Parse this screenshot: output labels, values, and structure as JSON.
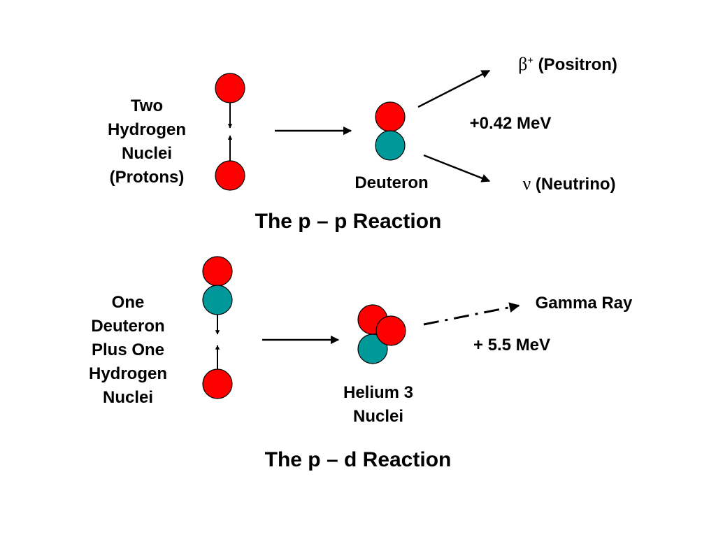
{
  "colors": {
    "proton": "#ff0000",
    "neutron": "#009999",
    "outline": "#000000"
  },
  "pp_reaction": {
    "reactants_label": [
      "Two",
      "Hydrogen",
      "Nuclei",
      "(Protons)"
    ],
    "product_label": "Deuteron",
    "positron_symbol": "β",
    "positron_charge": "+",
    "positron_label": "(Positron)",
    "energy_label": "+0.42 MeV",
    "neutrino_symbol": "ν",
    "neutrino_label": "(Neutrino)",
    "title": "The p – p Reaction"
  },
  "pd_reaction": {
    "reactants_label": [
      "One",
      "Deuteron",
      "Plus One",
      "Hydrogen",
      "Nuclei"
    ],
    "product_label": [
      "Helium 3",
      "Nuclei"
    ],
    "gamma_label": "Gamma Ray",
    "energy_label": "+ 5.5 MeV",
    "title": "The p – d Reaction"
  }
}
